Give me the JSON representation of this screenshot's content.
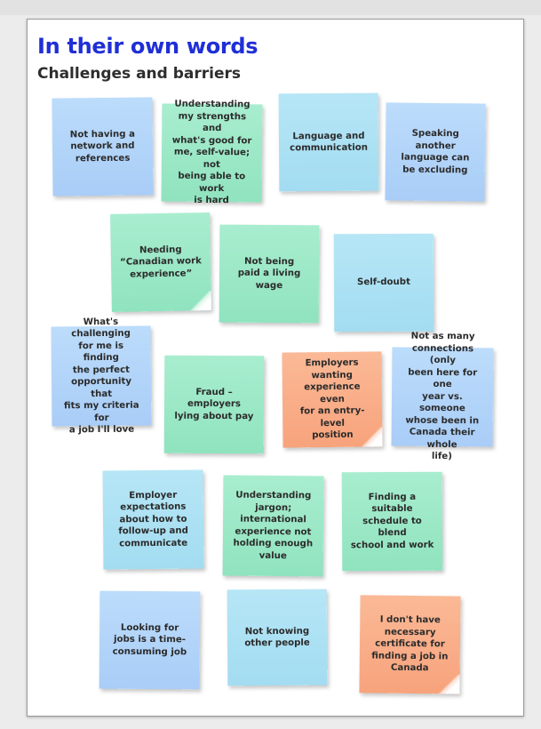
{
  "heading": {
    "title": "In their own words",
    "subtitle": "Challenges and barriers"
  },
  "colors": {
    "title": "#1f2fd6",
    "blue_note": "#b3d5f9",
    "sky_note": "#ade1f4",
    "green_note": "#9ce8c7",
    "peach_note": "#f9ae89"
  },
  "notes": [
    {
      "text": "Not having a\nnetwork and\nreferences",
      "color": "blue"
    },
    {
      "text": "Understanding\nmy strengths and\nwhat's good for\nme, self-value; not\nbeing able to work\nis hard",
      "color": "green"
    },
    {
      "text": "Language and\ncommunication",
      "color": "sky"
    },
    {
      "text": "Speaking\nanother\nlanguage can\nbe excluding",
      "color": "blue"
    },
    {
      "text": "Needing\n“Canadian work\nexperience”",
      "color": "green"
    },
    {
      "text": "Not being\npaid a living\nwage",
      "color": "green"
    },
    {
      "text": "Self-doubt",
      "color": "sky"
    },
    {
      "text": "What's challenging\nfor me is finding\nthe perfect\nopportunity that\nfits my criteria for\na job I'll love",
      "color": "blue"
    },
    {
      "text": "Fraud –\nemployers\nlying about pay",
      "color": "green"
    },
    {
      "text": "Employers wanting\nexperience even\nfor an entry-level\nposition",
      "color": "peach"
    },
    {
      "text": "Not as many\nconnections (only\nbeen here for one\nyear vs. someone\nwhose been in\nCanada their whole\nlife)",
      "color": "blue"
    },
    {
      "text": "Employer\nexpectations\nabout how to\nfollow-up and\ncommunicate",
      "color": "sky"
    },
    {
      "text": "Understanding\njargon;\ninternational\nexperience not\nholding enough\nvalue",
      "color": "green"
    },
    {
      "text": "Finding a suitable\nschedule to blend\nschool and work",
      "color": "green"
    },
    {
      "text": "Looking for\njobs is a time-\nconsuming job",
      "color": "blue"
    },
    {
      "text": "Not knowing\nother people",
      "color": "sky"
    },
    {
      "text": "I don't have\nnecessary\ncertificate for\nfinding a job in\nCanada",
      "color": "peach"
    }
  ]
}
